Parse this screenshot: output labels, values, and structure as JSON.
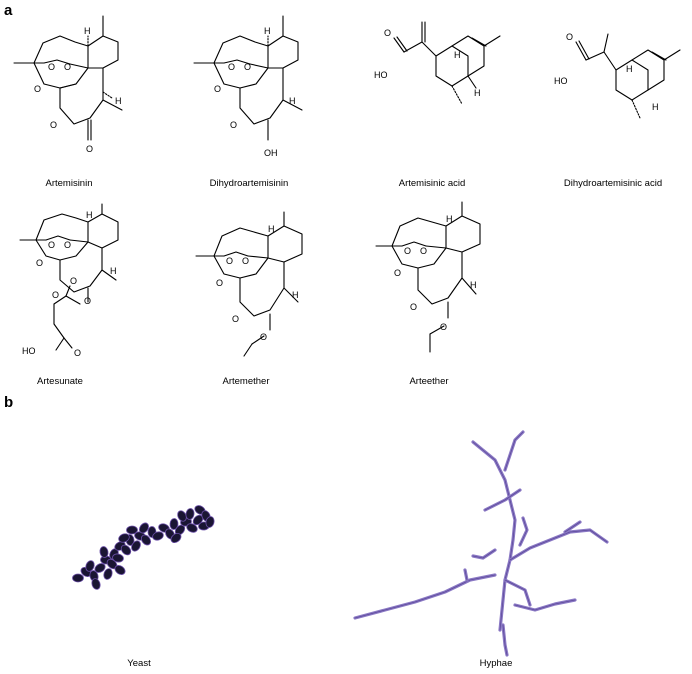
{
  "panels": {
    "a": {
      "letter": "a",
      "compounds": [
        {
          "name": "Artemisinin"
        },
        {
          "name": "Dihydroartemisinin"
        },
        {
          "name": "Artemisinic acid"
        },
        {
          "name": "Dihydroartemisinic acid"
        },
        {
          "name": "Artesunate"
        },
        {
          "name": "Artemether"
        },
        {
          "name": "Arteether"
        }
      ]
    },
    "b": {
      "letter": "b",
      "images": [
        {
          "name": "Yeast"
        },
        {
          "name": "Hyphae"
        }
      ]
    }
  },
  "atom_labels": {
    "H": "H",
    "O": "O",
    "OH": "OH",
    "HO": "HO"
  },
  "colors": {
    "yeast_cell": "#1a1533",
    "yeast_rim": "#6b4fa8",
    "hypha": "#8a78c4",
    "hypha_dark": "#5d4a9a"
  }
}
